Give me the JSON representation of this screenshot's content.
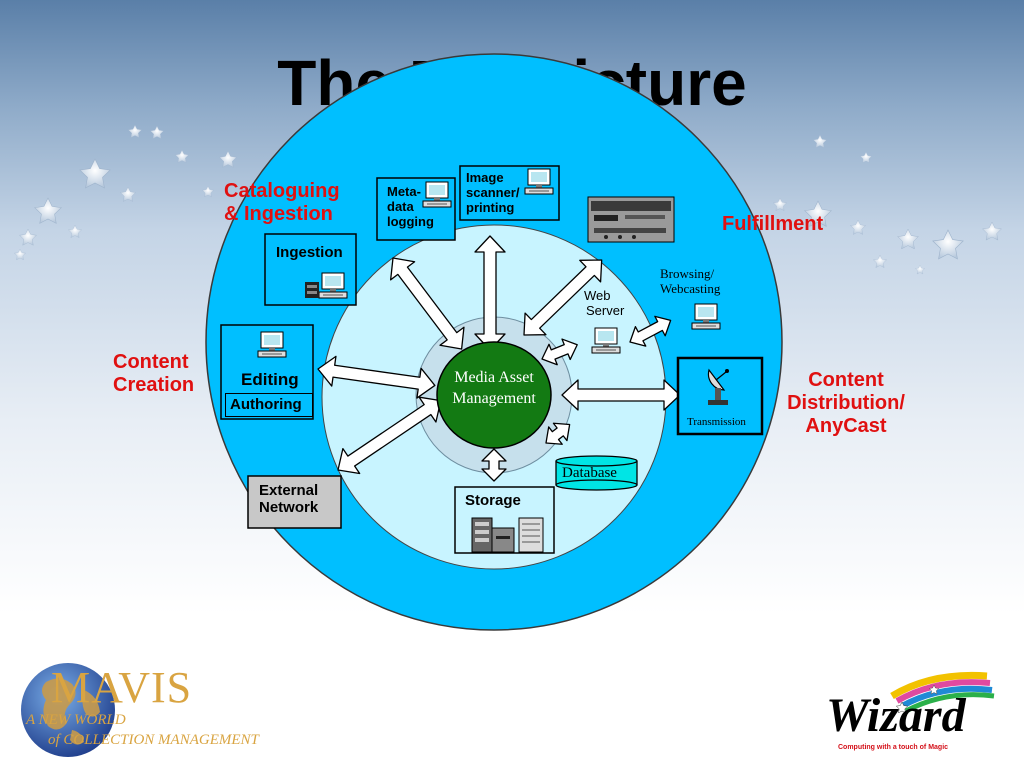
{
  "title": "The Big Picture",
  "center": {
    "line1": "Media Asset",
    "line2": "Management"
  },
  "zones": {
    "cataloguing": {
      "line1": "Cataloguing",
      "line2": "& Ingestion"
    },
    "fulfillment": "Fulfillment",
    "content_creation": {
      "line1": "Content",
      "line2": "Creation"
    },
    "distribution": {
      "line1": "Content",
      "line2": "Distribution/",
      "line3": "AnyCast"
    }
  },
  "nodes": {
    "metadata": {
      "line1": "Meta-",
      "line2": "data",
      "line3": "logging"
    },
    "image_scanner": {
      "line1": "Image",
      "line2": "scanner/",
      "line3": "printing"
    },
    "ingestion": "Ingestion",
    "editing": "Editing",
    "authoring": "Authoring",
    "external_network": {
      "line1": "External",
      "line2": "Network"
    },
    "storage": "Storage",
    "database": "Database",
    "web_server": {
      "line1": "Web",
      "line2": "Server"
    },
    "browsing": {
      "line1": "Browsing/",
      "line2": "Webcasting"
    },
    "transmission": "Transmission"
  },
  "logos": {
    "mavis": {
      "name": "MAVIS",
      "tagline1": "A NEW WORLD",
      "tagline2": "of COLLECTION MANAGEMENT"
    },
    "wizard": {
      "name": "Wizard",
      "tagline": "Computing with a touch of Magic"
    }
  },
  "colors": {
    "outer_ring": "#00bfff",
    "inner_disc": "#c8f4ff",
    "core": "#137a13",
    "zone_label": "#e01010",
    "database": "#00e5e5"
  },
  "icons": [
    "computer-icon",
    "satellite-dish-icon",
    "vcr-deck-icon",
    "server-rack-icon",
    "star-icon",
    "globe-icon"
  ]
}
